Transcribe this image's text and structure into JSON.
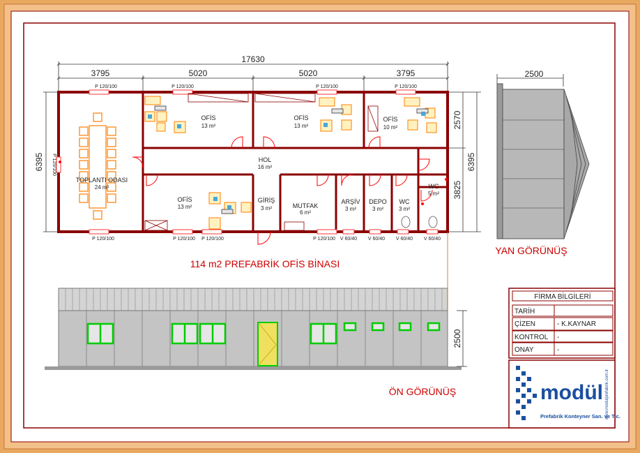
{
  "title": "114 m2 PREFABRİK OFİS BİNASI",
  "views": {
    "side": "YAN GÖRÜNÜŞ",
    "front": "ÖN GÖRÜNÜŞ"
  },
  "dimensions": {
    "total_width": "17630",
    "segments": [
      "3795",
      "5020",
      "5020",
      "3795"
    ],
    "left_height": "6395",
    "right_height": "6395",
    "right_top": "2570",
    "right_bottom": "3825",
    "side_width": "2500",
    "front_height": "2500"
  },
  "rooms": [
    {
      "name": "TOPLANTI ODASI",
      "area": "24 m²"
    },
    {
      "name": "OFİS",
      "area": "13 m²"
    },
    {
      "name": "OFİS",
      "area": "13 m²"
    },
    {
      "name": "OFİS",
      "area": "10 m²"
    },
    {
      "name": "HOL",
      "area": "16 m²"
    },
    {
      "name": "OFİS",
      "area": "13 m²"
    },
    {
      "name": "GİRİŞ",
      "area": "3 m²"
    },
    {
      "name": "MUTFAK",
      "area": "6 m²"
    },
    {
      "name": "ARŞİV",
      "area": "3 m²"
    },
    {
      "name": "DEPO",
      "area": "3 m²"
    },
    {
      "name": "WC",
      "area": "3 m²"
    },
    {
      "name": "WC",
      "area": "5 m²"
    }
  ],
  "windows": {
    "top": [
      "P 120/100",
      "P 120/100",
      "P 120/100",
      "P 120/100"
    ],
    "left": "P 120/100",
    "bottom": [
      "P 120/100",
      "P 120/100",
      "P 120/100",
      "P 120/100",
      "V 60/40",
      "V 60/40",
      "V 60/40",
      "V 60/40"
    ]
  },
  "title_block": {
    "header": "FİRMA BİLGİLERİ",
    "rows": [
      {
        "label": "TARİH",
        "value": ""
      },
      {
        "label": "ÇİZEN",
        "value": "- K.KAYNAR"
      },
      {
        "label": "KONTROL",
        "value": "-"
      },
      {
        "label": "ONAY",
        "value": "-"
      }
    ]
  },
  "logo": {
    "brand": "modül",
    "tagline": "Prefabrik Konteyner San. ve Tic.",
    "web": "www.modulprefabrik.com.tr"
  },
  "colors": {
    "border": "#ffc896",
    "wall": "#8b0000",
    "door": "#ff0000",
    "furniture": "#ff8c00",
    "window_green": "#00cc00",
    "line": "#555555"
  }
}
